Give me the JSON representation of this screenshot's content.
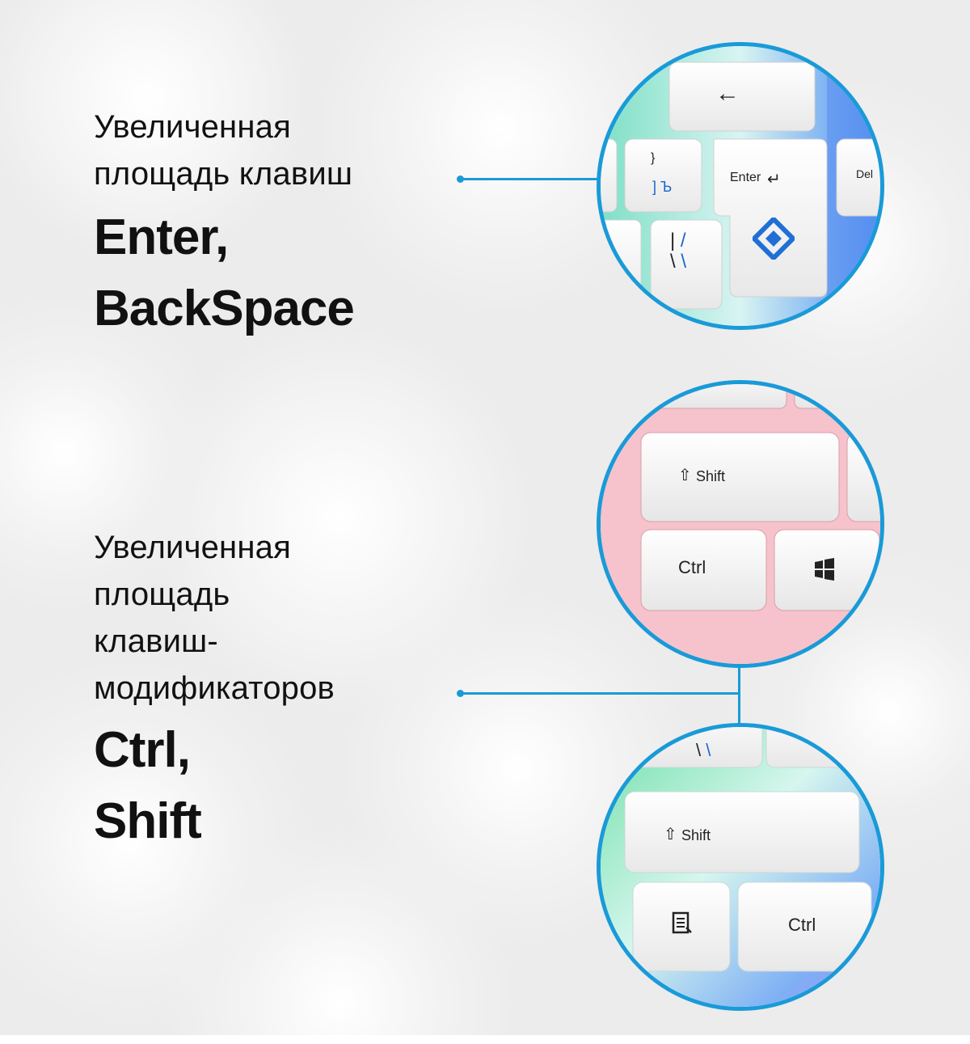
{
  "feature1": {
    "description_lines": [
      "Увеличенная",
      "площадь клавиш"
    ],
    "keys_lines": [
      "Enter,",
      "BackSpace"
    ]
  },
  "feature2": {
    "description_lines": [
      "Увеличенная",
      "площадь",
      "клавиш-",
      "модификаторов"
    ],
    "keys_lines": [
      "Ctrl,",
      "Shift"
    ]
  },
  "circle1": {
    "backspace_glyph": "←",
    "bracket_top": "}",
    "bracket_bottom": "] Ъ",
    "enter_label": "Enter",
    "del_label": "Del",
    "logo": "defender-logo-icon"
  },
  "circle2": {
    "shift_label": "Shift",
    "ctrl_label": "Ctrl",
    "win": "windows-logo-icon",
    "backlight": "#f4b9c4"
  },
  "circle3": {
    "shift_label": "Shift",
    "ctrl_label": "Ctrl",
    "menu": "menu-key-icon",
    "backlight": "rainbow"
  },
  "colors": {
    "accent": "#1a9ad8",
    "text": "#111111"
  }
}
